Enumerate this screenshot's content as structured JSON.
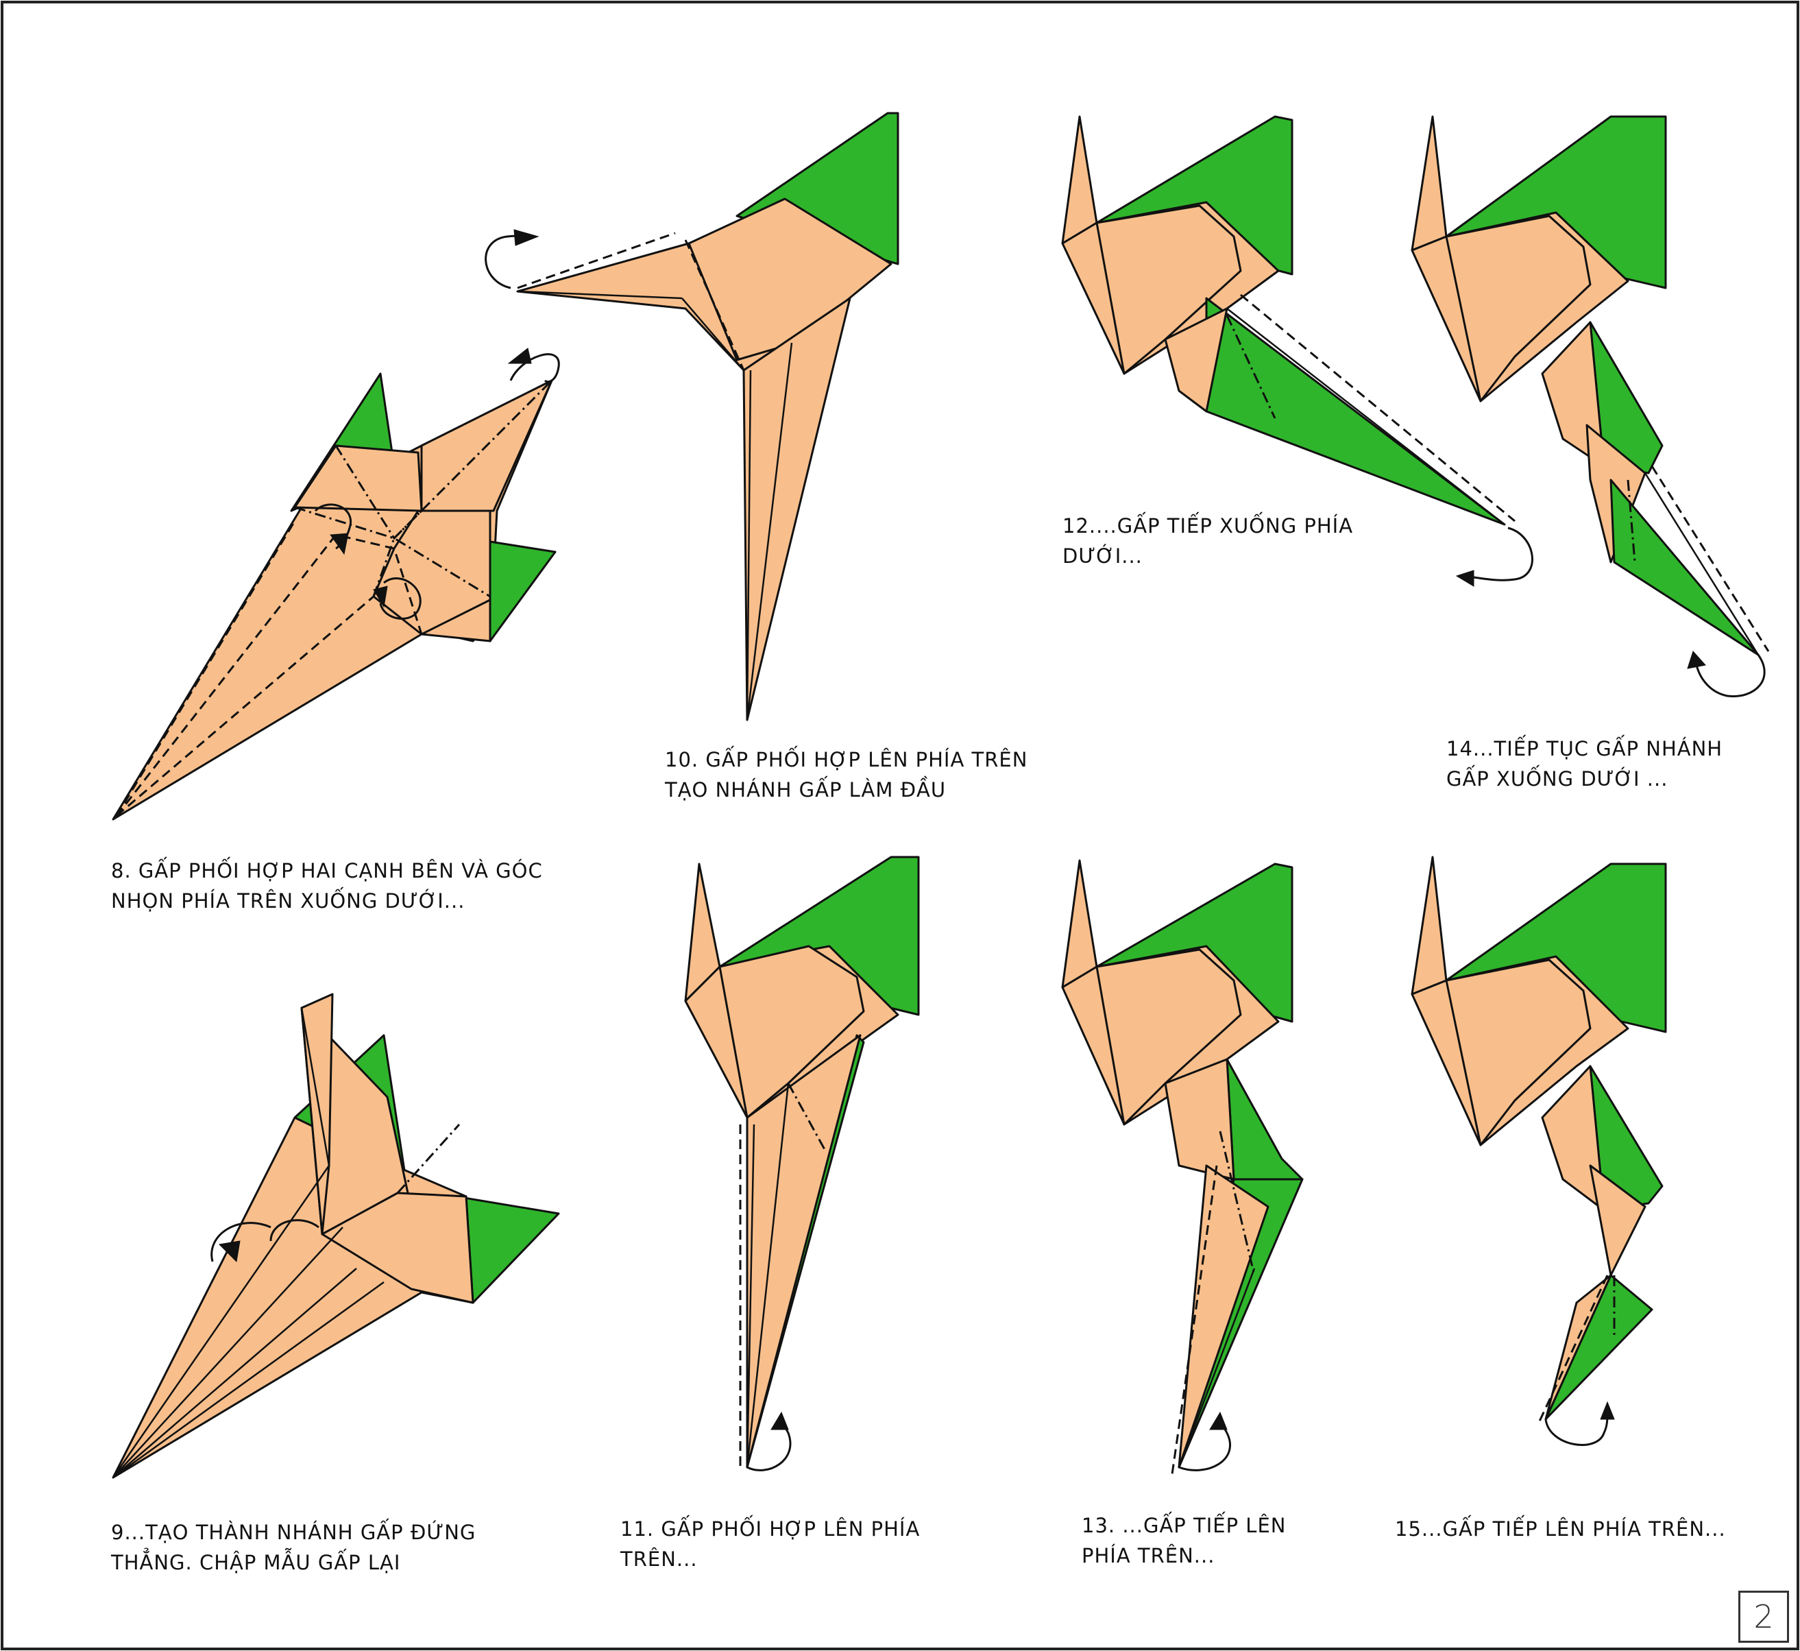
{
  "steps": [
    {
      "id": "8",
      "lines": [
        "8. GẤP PHỐI HỢP HAI CẠNH BÊN VÀ GÓC",
        "NHỌN PHÍA TRÊN XUỐNG DƯỚI..."
      ]
    },
    {
      "id": "9",
      "lines": [
        "9...TẠO THÀNH NHÁNH GẤP ĐỨNG",
        "THẲNG. CHẬP MẪU GẤP LẠI"
      ]
    },
    {
      "id": "10",
      "lines": [
        "10. GẤP PHỐI HỢP LÊN PHÍA TRÊN",
        "TẠO NHÁNH GẤP LÀM ĐẦU"
      ]
    },
    {
      "id": "11",
      "lines": [
        "11. GẤP PHỐI HỢP LÊN PHÍA",
        "TRÊN..."
      ]
    },
    {
      "id": "12",
      "lines": [
        "12....GẤP TIẾP XUỐNG PHÍA",
        "DƯỚI..."
      ]
    },
    {
      "id": "13",
      "lines": [
        "13. ...GẤP TIẾP LÊN",
        "PHÍA TRÊN..."
      ]
    },
    {
      "id": "14",
      "lines": [
        "14...TIẾP TỤC GẤP NHÁNH",
        "GẤP XUỐNG DƯỚI ..."
      ]
    },
    {
      "id": "15",
      "lines": [
        "15...GẤP TIẾP LÊN PHÍA TRÊN..."
      ]
    }
  ],
  "page_number": "2",
  "colors": {
    "paper_front": "#f8bf8c",
    "paper_back": "#2fb52b",
    "outline": "#111111"
  },
  "symbols": {
    "valley_fold": "dashed line",
    "mountain_fold": "dash-dot line",
    "fold_arrow": "curved arrow"
  }
}
